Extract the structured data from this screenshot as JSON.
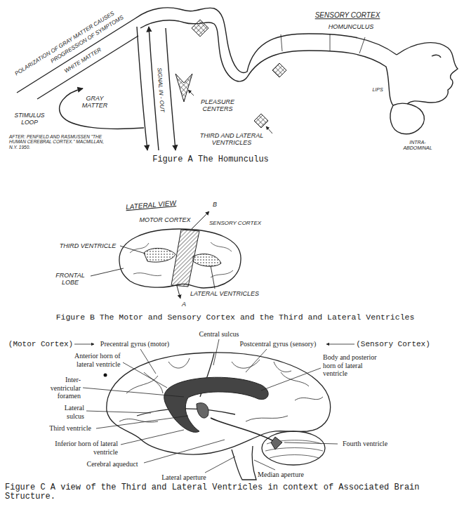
{
  "diagram": {
    "labels": [
      "POLARIZATION OF GRAY MATTER CAUSES",
      "PROGRESSION OF SYMPTOMS",
      "SENSORY CORTEX",
      "HOMUNCULUS",
      "WHITE MATTER",
      "LIPS",
      "GRAY MATTER",
      "PLEASURE CENTERS",
      "STIMULUS LOOP",
      "SIGNAL IN - OUT",
      "INTRA-ABDOMINAL",
      "THIRD AND LATERAL VENTRICLES",
      "AFTER: PENFIELD AND RASMUSSEN \"THE HUMAN CEREBRAL CORTEX.\" MACMILLAN, N.Y. 1950.",
      "Figure A The Homunculus",
      "LATERAL VIEW",
      "B",
      "MOTOR CORTEX",
      "SENSORY CORTEX",
      "THIRD VENTRICLE",
      "FRONTAL LOBE",
      "LATERAL VENTRICLES",
      "A",
      "Figure B The Motor and Sensory Cortex and the Third and Lateral Ventricles",
      "(Motor Cortex)",
      "Central sulcus",
      "Precentral gyrus (motor)",
      "Postcentral gyrus (sensory)",
      "(Sensory Cortex)",
      "Anterior horn of lateral ventricle",
      "Body and posterior horn of lateral ventricle",
      "Inter- ventricular foramen",
      "Lateral sulcus",
      "Third ventricle",
      "Inferior horn of lateral ventricle",
      "Fourth ventricle",
      "Cerebral aqueduct",
      "Median aperture",
      "Lateral aperture",
      "Figure C A view of the Third and Lateral Ventricles in context of Associated Brain Structure."
    ]
  }
}
